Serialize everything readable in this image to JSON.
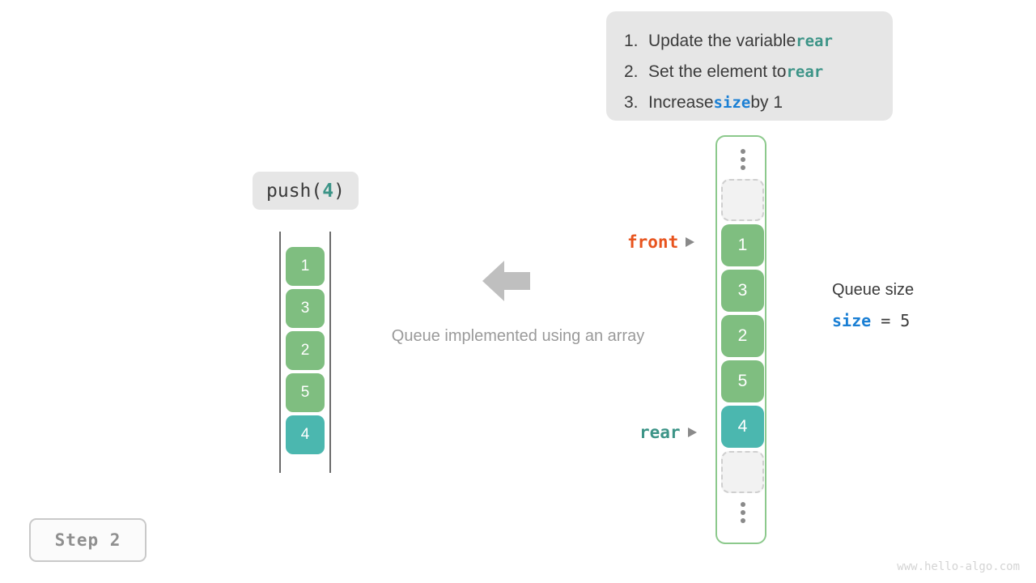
{
  "instructions": {
    "items": [
      {
        "num": "1.",
        "pre": "Update the variable ",
        "keyword": "rear",
        "keyword_kind": "rear",
        "post": ""
      },
      {
        "num": "2.",
        "pre": "Set the element to ",
        "keyword": "rear",
        "keyword_kind": "rear",
        "post": ""
      },
      {
        "num": "3.",
        "pre": "Increase ",
        "keyword": "size",
        "keyword_kind": "size",
        "post": " by 1"
      }
    ]
  },
  "operation": {
    "name": "push(",
    "arg": "4",
    "close": ")"
  },
  "left_list": {
    "cells": [
      {
        "value": "1",
        "color": "green"
      },
      {
        "value": "3",
        "color": "green"
      },
      {
        "value": "2",
        "color": "green"
      },
      {
        "value": "5",
        "color": "green"
      },
      {
        "value": "4",
        "color": "teal"
      }
    ]
  },
  "center": {
    "caption": "Queue implemented using an array",
    "arrow_icon": "arrow-left-icon",
    "arrow_color": "#bfbfbf"
  },
  "array": {
    "border_color": "#8cc98c",
    "cells": [
      {
        "kind": "ellipsis",
        "value": ""
      },
      {
        "kind": "empty",
        "value": ""
      },
      {
        "kind": "filled",
        "value": "1",
        "color": "green"
      },
      {
        "kind": "filled",
        "value": "3",
        "color": "green"
      },
      {
        "kind": "filled",
        "value": "2",
        "color": "green"
      },
      {
        "kind": "filled",
        "value": "5",
        "color": "green"
      },
      {
        "kind": "filled",
        "value": "4",
        "color": "teal"
      },
      {
        "kind": "empty",
        "value": ""
      },
      {
        "kind": "ellipsis",
        "value": ""
      }
    ]
  },
  "pointers": {
    "front": {
      "label": "front",
      "color": "#e8541e"
    },
    "rear": {
      "label": "rear",
      "color": "#3c9487"
    }
  },
  "queue_size": {
    "title": "Queue size",
    "var": "size",
    "equals": " = ",
    "value": "5"
  },
  "step_badge": {
    "label": "Step 2"
  },
  "watermark": {
    "text": "www.hello-algo.com"
  },
  "colors": {
    "green": "#7fbe80",
    "teal": "#4bb7af",
    "blue": "#1a7fd4",
    "orange": "#e8541e",
    "panel_gray": "#e6e6e6",
    "text_dark": "#3b3b3b",
    "text_muted": "#9a9a9a"
  }
}
